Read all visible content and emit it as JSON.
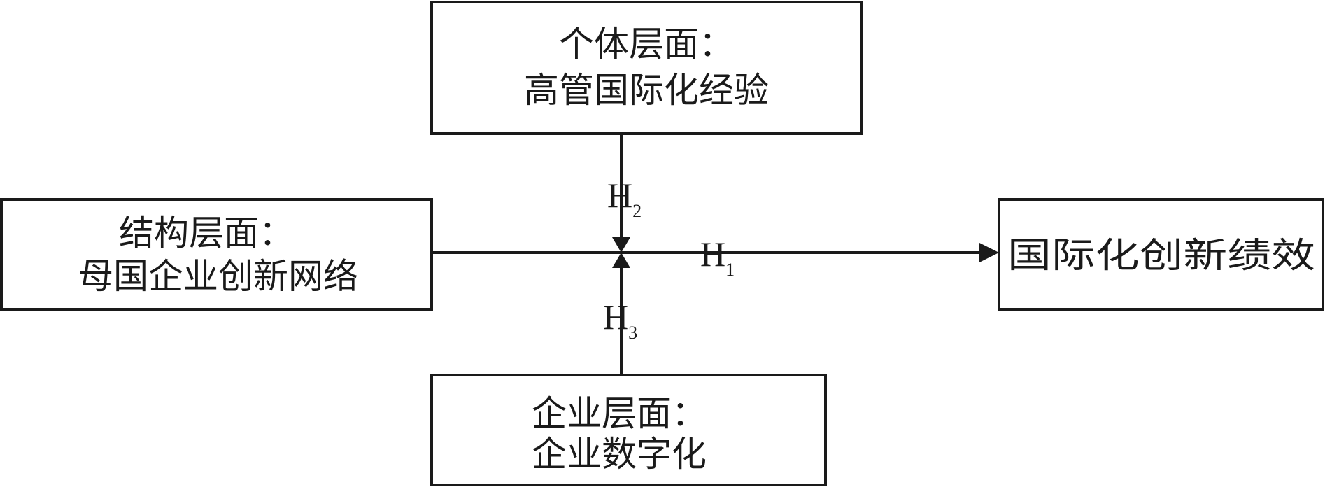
{
  "diagram": {
    "individual": {
      "line1": "个体层面：",
      "line2": "高管国际化经验"
    },
    "structural": {
      "line1": "结构层面：",
      "line2": "母国企业创新网络"
    },
    "firm": {
      "line1": "企业层面：",
      "line2": "企业数字化"
    },
    "outcome": {
      "label": "国际化创新绩效"
    },
    "hypotheses": {
      "h1": {
        "letter": "H",
        "sub": "1"
      },
      "h2": {
        "letter": "H",
        "sub": "2"
      },
      "h3": {
        "letter": "H",
        "sub": "3"
      }
    },
    "colors": {
      "stroke": "#1a1a1a",
      "background": "#ffffff"
    }
  }
}
